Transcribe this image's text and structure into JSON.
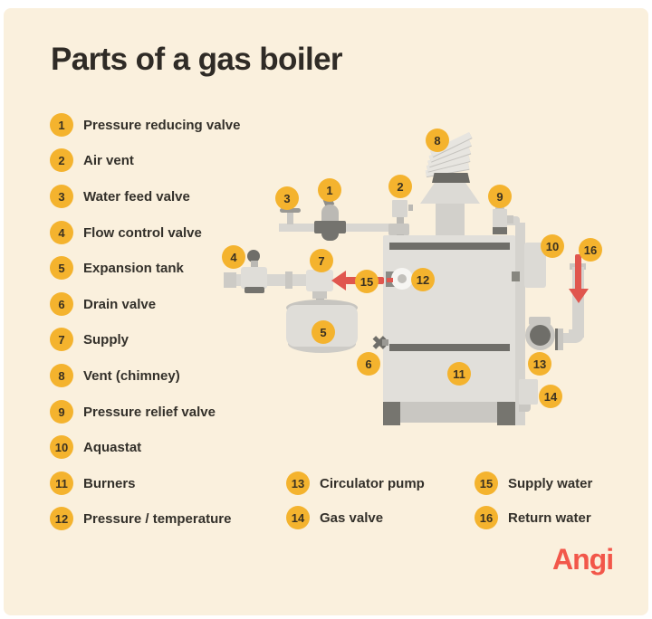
{
  "title": "Parts of a gas boiler",
  "brand": "Angi",
  "colors": {
    "background": "#FAF0DD",
    "badge_yellow": "#F4B32E",
    "badge_text": "#3A3122",
    "text": "#2F2B26",
    "arrow_red": "#E0564E",
    "brand_red": "#F2574A",
    "boiler_gray": "#E1DFDA",
    "stripe_gray": "#6F6E69"
  },
  "legend": {
    "items": [
      {
        "num": "1",
        "label": "Pressure reducing valve"
      },
      {
        "num": "2",
        "label": "Air vent"
      },
      {
        "num": "3",
        "label": "Water feed valve"
      },
      {
        "num": "4",
        "label": "Flow control valve"
      },
      {
        "num": "5",
        "label": "Expansion tank"
      },
      {
        "num": "6",
        "label": "Drain valve"
      },
      {
        "num": "7",
        "label": "Supply"
      },
      {
        "num": "8",
        "label": "Vent (chimney)"
      },
      {
        "num": "9",
        "label": "Pressure relief valve"
      },
      {
        "num": "10",
        "label": "Aquastat"
      },
      {
        "num": "11",
        "label": "Burners"
      },
      {
        "num": "12",
        "label": "Pressure / temperature"
      }
    ]
  },
  "legend_bottom": {
    "left": [
      {
        "num": "13",
        "label": "Circulator pump"
      },
      {
        "num": "14",
        "label": "Gas valve"
      }
    ],
    "right": [
      {
        "num": "15",
        "label": "Supply water"
      },
      {
        "num": "16",
        "label": "Return water"
      }
    ]
  },
  "diagram": {
    "badges": {
      "b1": "1",
      "b2": "2",
      "b3": "3",
      "b4": "4",
      "b5": "5",
      "b6": "6",
      "b7": "7",
      "b8": "8",
      "b9": "9",
      "b10": "10",
      "b11": "11",
      "b12": "12",
      "b13": "13",
      "b14": "14",
      "b15": "15",
      "b16": "16"
    }
  }
}
